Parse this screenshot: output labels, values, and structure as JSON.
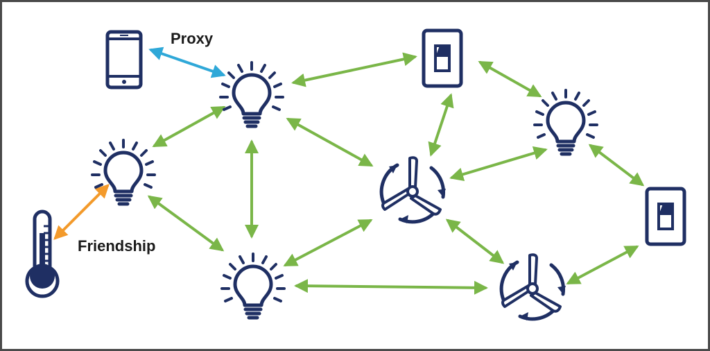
{
  "labels": {
    "proxy": "Proxy",
    "friendship": "Friendship"
  },
  "colors": {
    "device": "#1f2f63",
    "mesh_link": "#7ab648",
    "proxy_link": "#2fa8d8",
    "friendship_link": "#f39a2b",
    "border": "#4a4a4a"
  },
  "nodes": [
    {
      "id": "phone",
      "type": "phone-icon"
    },
    {
      "id": "bulb-a",
      "type": "lightbulb-icon"
    },
    {
      "id": "bulb-b",
      "type": "lightbulb-icon"
    },
    {
      "id": "bulb-c",
      "type": "lightbulb-icon"
    },
    {
      "id": "bulb-d",
      "type": "lightbulb-icon"
    },
    {
      "id": "switch-a",
      "type": "light-switch-icon"
    },
    {
      "id": "switch-b",
      "type": "light-switch-icon"
    },
    {
      "id": "fan-a",
      "type": "fan-icon"
    },
    {
      "id": "fan-b",
      "type": "fan-icon"
    },
    {
      "id": "thermometer",
      "type": "thermometer-icon"
    }
  ],
  "links": [
    {
      "from": "phone",
      "to": "bulb-a",
      "kind": "proxy"
    },
    {
      "from": "thermometer",
      "to": "bulb-b",
      "kind": "friendship"
    },
    {
      "from": "bulb-a",
      "to": "switch-a",
      "kind": "mesh"
    },
    {
      "from": "bulb-a",
      "to": "bulb-b",
      "kind": "mesh"
    },
    {
      "from": "bulb-a",
      "to": "bulb-c",
      "kind": "mesh"
    },
    {
      "from": "bulb-a",
      "to": "fan-a",
      "kind": "mesh"
    },
    {
      "from": "switch-a",
      "to": "bulb-d",
      "kind": "mesh"
    },
    {
      "from": "switch-a",
      "to": "fan-a",
      "kind": "mesh"
    },
    {
      "from": "bulb-b",
      "to": "bulb-c",
      "kind": "mesh"
    },
    {
      "from": "fan-a",
      "to": "bulb-d",
      "kind": "mesh"
    },
    {
      "from": "fan-a",
      "to": "bulb-c",
      "kind": "mesh"
    },
    {
      "from": "fan-a",
      "to": "fan-b",
      "kind": "mesh"
    },
    {
      "from": "bulb-c",
      "to": "fan-b",
      "kind": "mesh"
    },
    {
      "from": "bulb-d",
      "to": "switch-b",
      "kind": "mesh"
    },
    {
      "from": "switch-b",
      "to": "fan-b",
      "kind": "mesh"
    }
  ]
}
